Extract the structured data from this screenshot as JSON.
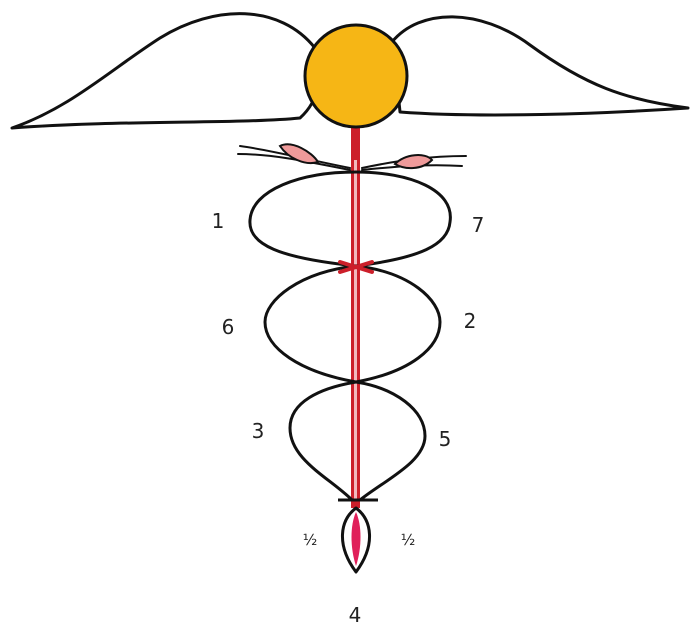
{
  "colors": {
    "outline": "#111111",
    "orb": "#f6b615",
    "staff": "#cc1f2a",
    "staff_tip": "#e0205a"
  },
  "labels": {
    "loop_left_top": "1",
    "loop_right_top": "7",
    "loop_left_mid": "6",
    "loop_right_mid": "2",
    "loop_left_low": "3",
    "loop_right_low": "5",
    "half_left": "½",
    "half_right": "½",
    "bottom": "4"
  }
}
